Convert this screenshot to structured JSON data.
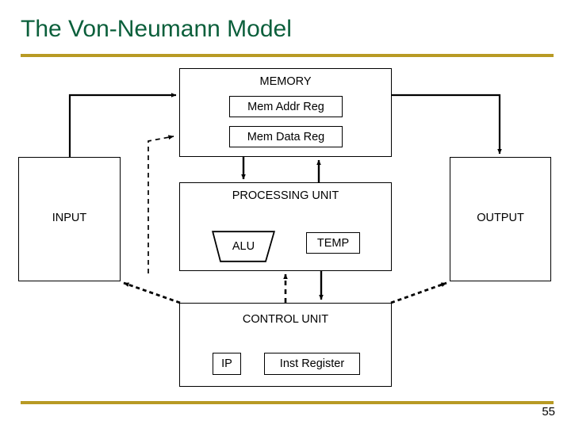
{
  "slide": {
    "title": "The Von-Neumann Model",
    "page_number": "55",
    "title_color": "#0b5f3b",
    "rule_color": "#b89a24",
    "background": "#ffffff",
    "line_color": "#000000"
  },
  "diagram": {
    "type": "block-diagram",
    "name": "von-neumann-model",
    "nodes": [
      {
        "id": "memory",
        "label": "MEMORY",
        "registers": [
          {
            "id": "mem-addr-reg",
            "label": "Mem Addr Reg"
          },
          {
            "id": "mem-data-reg",
            "label": "Mem Data Reg"
          }
        ]
      },
      {
        "id": "processing-unit",
        "label": "PROCESSING UNIT",
        "registers": [
          {
            "id": "alu",
            "label": "ALU",
            "shape": "trapezoid"
          },
          {
            "id": "temp",
            "label": "TEMP",
            "shape": "rectangle"
          }
        ]
      },
      {
        "id": "control-unit",
        "label": "CONTROL UNIT",
        "registers": [
          {
            "id": "ip",
            "label": "IP"
          },
          {
            "id": "inst-register",
            "label": "Inst Register"
          }
        ]
      },
      {
        "id": "input",
        "label": "INPUT"
      },
      {
        "id": "output",
        "label": "OUTPUT"
      }
    ],
    "edges": [
      {
        "from": "input",
        "to": "memory",
        "style": "solid",
        "direction": "forward"
      },
      {
        "from": "memory",
        "to": "output",
        "style": "solid",
        "direction": "forward"
      },
      {
        "from": "memory",
        "to": "processing-unit",
        "style": "solid",
        "direction": "forward"
      },
      {
        "from": "processing-unit",
        "to": "memory",
        "style": "solid",
        "direction": "forward"
      },
      {
        "from": "processing-unit",
        "to": "control-unit",
        "style": "solid",
        "direction": "forward"
      },
      {
        "from": "control-unit",
        "to": "processing-unit",
        "style": "dashed",
        "direction": "forward"
      },
      {
        "from": "control-unit",
        "to": "memory",
        "style": "dashed",
        "direction": "forward"
      },
      {
        "from": "control-unit",
        "to": "input",
        "style": "dashed",
        "direction": "forward"
      },
      {
        "from": "control-unit",
        "to": "output",
        "style": "dashed",
        "direction": "forward"
      }
    ]
  }
}
